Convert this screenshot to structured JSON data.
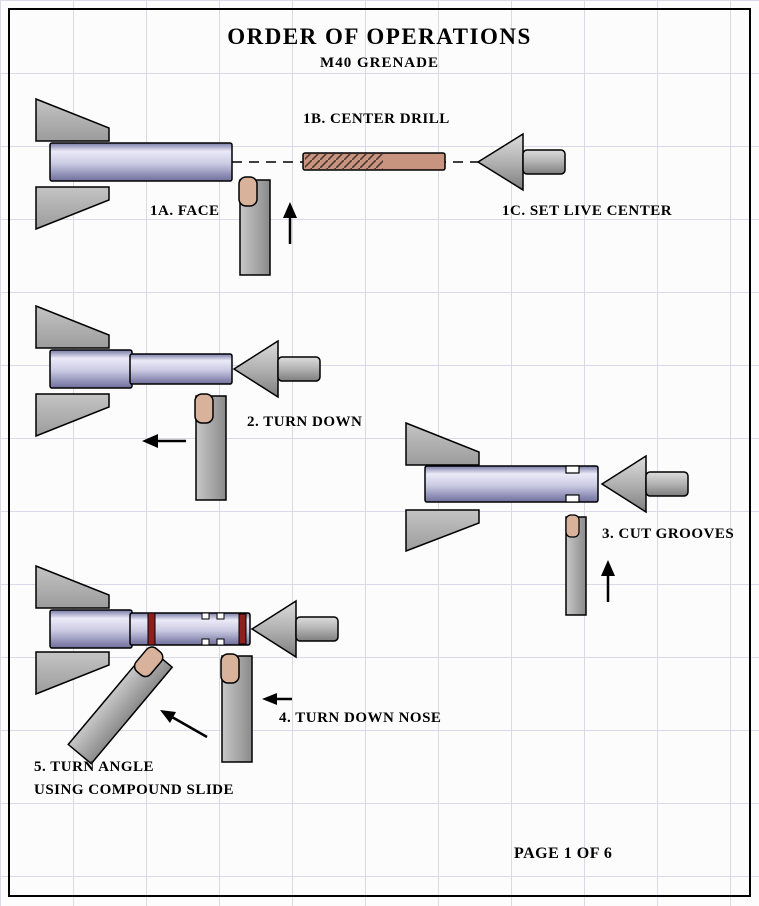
{
  "page": {
    "title": "ORDER OF OPERATIONS",
    "subtitle": "M40 GRENADE",
    "page_label": "PAGE 1 OF 6"
  },
  "labels": {
    "step_1a": "1A. FACE",
    "step_1b": "1B. CENTER DRILL",
    "step_1c": "1C. SET LIVE CENTER",
    "step_2": "2. TURN DOWN",
    "step_3": "3. CUT GROOVES",
    "step_4": "4. TURN DOWN NOSE",
    "step_5_line1": "5. TURN ANGLE",
    "step_5_line2": "USING COMPOUND SLIDE"
  },
  "colors": {
    "outline": "#000000",
    "grid": "#d9d9e8",
    "page_bg": "#fcfcfc",
    "workpiece_highlight": "#eceaf8",
    "workpiece_dark": "#70709c",
    "tool_gray_light": "#c8c8c8",
    "tool_gray_dark": "#8a8a8a",
    "tool_tip_tan": "#d8b29a",
    "drill_tan": "#c9947f",
    "groove_red": "#8f1f1f"
  }
}
